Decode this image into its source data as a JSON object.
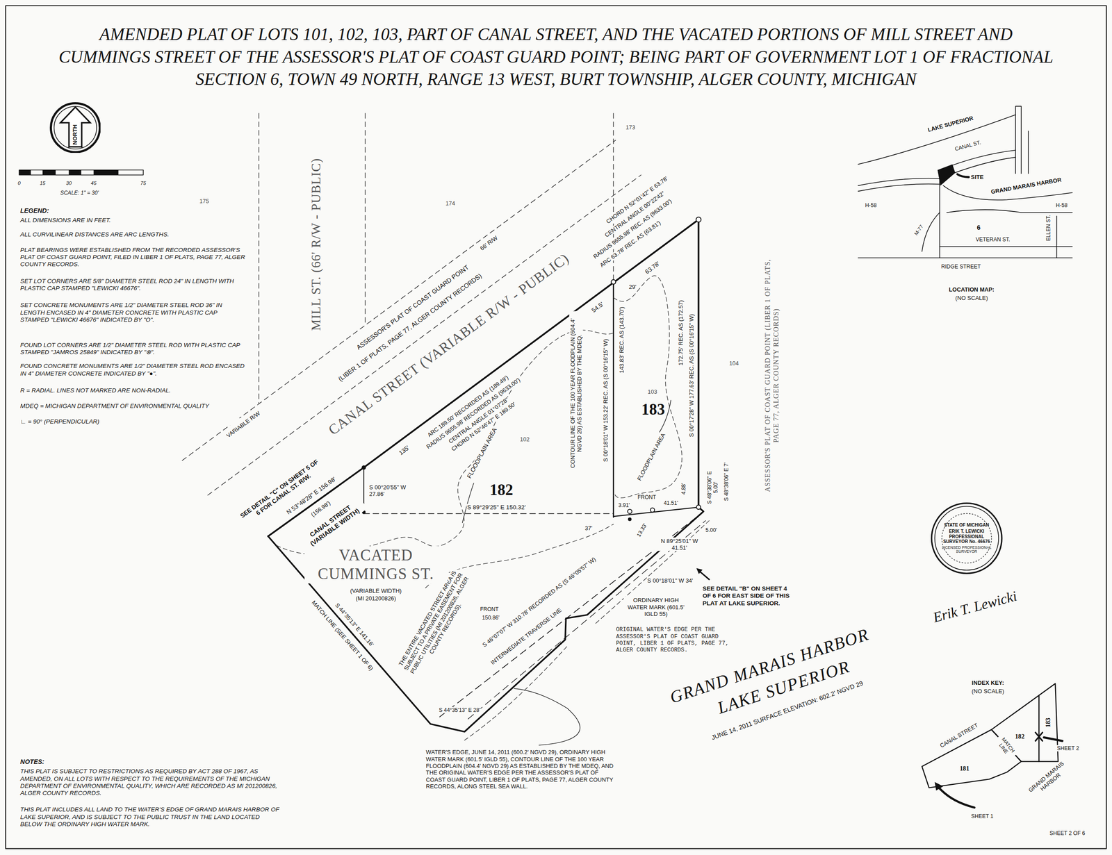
{
  "diagram": {
    "title": "AMENDED PLAT OF LOTS 101, 102, 103, PART OF CANAL STREET, AND THE VACATED PORTIONS OF MILL STREET AND CUMMINGS STREET OF THE ASSESSOR'S PLAT OF COAST GUARD POINT; BEING PART OF GOVERNMENT LOT 1 OF FRACTIONAL SECTION 6, TOWN 49 NORTH, RANGE 13 WEST, BURT TOWNSHIP, ALGER COUNTY, MICHIGAN",
    "nodes": [
      {
        "text": [
          "NORTH"
        ]
      },
      {
        "text": [
          "STATE OF MICHIGAN",
          "ERIK T. LEWICKI PROFESSIONAL SURVEYOR No. 46676",
          "LICENSED PROFESSIONAL SURVEYOR"
        ]
      }
    ],
    "labels": [
      "LEGEND:",
      "ALL DIMENSIONS ARE IN FEET.",
      "ALL CURVILINEAR DISTANCES ARE ARC LENGTHS.",
      "PLAT BEARINGS WERE ESTABLISHED FROM THE RECORDED ASSESSOR'S PLAT OF COAST GUARD POINT, FILED IN LIBER 1 OF PLATS, PAGE 77, ALGER COUNTY RECORDS.",
      "SET LOT CORNERS ARE 5/8\" DIAMETER STEEL ROD 24\" IN LENGTH WITH PLASTIC CAP STAMPED \"LEWICKI 46676\".",
      "SET CONCRETE MONUMENTS ARE 1/2\" DIAMETER STEEL ROD 36\" IN LENGTH ENCASED IN 4\" DIAMETER CONCRETE WITH PLASTIC CAP STAMPED \"LEWICKI 46676\" INDICATED BY \"O\".",
      "FOUND LOT CORNERS ARE 1/2\" DIAMETER STEEL ROD WITH PLASTIC CAP STAMPED \"JAMROS 25849\" INDICATED BY \"⊗\".",
      "FOUND CONCRETE MONUMENTS ARE 1/2\" DIAMETER STEEL ROD ENCASED IN 4\" DIAMETER CONCRETE INDICATED BY \"●\".",
      "R = RADIAL. LINES NOT MARKED ARE NON-RADIAL.",
      "MDEQ = MICHIGAN DEPARTMENT OF ENVIRONMENTAL QUALITY",
      "∟ = 90° (PERPENDICULAR)",
      "NOTES:",
      "THIS PLAT IS SUBJECT TO RESTRICTIONS AS REQUIRED BY ACT 288 OF 1967, AS AMENDED, ON ALL LOTS WITH RESPECT TO THE REQUIREMENTS OF THE MICHIGAN DEPARTMENT OF ENVIRONMENTAL QUALITY, WHICH ARE RECORDED AS MI 201200826, ALGER COUNTY RECORDS.",
      "THIS PLAT INCLUDES ALL LAND TO THE WATER'S EDGE OF GRAND MARAIS HARBOR OF LAKE SUPERIOR, AND IS SUBJECT TO THE PUBLIC TRUST IN THE LAND LOCATED BELOW THE ORDINARY HIGH WATER MARK.",
      "0",
      "15",
      "30",
      "45",
      "75",
      "SCALE: 1\" = 30'",
      "175",
      "174",
      "173",
      "104",
      "102",
      "103",
      "182",
      "183",
      "MILL ST. (66' R/W - PUBLIC)",
      "CANAL STREET (VARIABLE R/W - PUBLIC)",
      "(LIBER 1 OF PLATS, PAGE 77, ALGER COUNTY RECORDS)",
      "ASSESSOR'S PLAT OF COAST GUARD POINT",
      "VARIABLE R/W",
      "66' R/W",
      "ARC 189.50' RECORDED AS (189.49')",
      "RADIUS 9655.98' RECORDED AS (9633.00')",
      "CENTRAL ANGLE 01°07'28\"",
      "CHORD N 52°46'47\" E 189.50'",
      "135'",
      "54.5'",
      "63.78'",
      "ARC 63.78' REC. AS (63.81')",
      "RADIUS 9655.98' REC. AS (9633.00')",
      "CENTRAL ANGLE 00°22'42\"",
      "CHORD N 52°01'42\" E 63.78'",
      "N 53°48'28\" E 156.98'",
      "(156.98')",
      "CANAL STREET (VARIABLE WIDTH)",
      "SEE DETAIL \"C\" ON SHEET 5 OF 6 FOR CANAL ST. R/W.",
      "S 00°20'55\" W 27.86'",
      "S 89°29'25\" E 150.32'",
      "FLOODPLAIN AREA",
      "CONTOUR LINE OF THE 100 YEAR FLOODPLAIN (604.4' NGVD 29) AS ESTABLISHED BY THE MDEQ.",
      "S 00°18'01\" W 153.22' REC. AS (S 00°16'15\" W)",
      "143.83' REC. AS (143.70')",
      "29'",
      "172.75' REC. AS (172.57)",
      "S 00°17'28\" W 177.63' REC. AS (S 00°16'15\" W)",
      "FLOODPLAIN AREA",
      "FRONT",
      "3.91'",
      "41.51'",
      "4.88'",
      "13.33'",
      "S 48°38'06\" E 5.00'",
      "S 48°38'06\" E 7'",
      "5.00'",
      "N 89°25'01\" W 41.51'",
      "37'",
      "S 00°18'01\" W 34'",
      "SEE DETAIL \"B\" ON SHEET 4 OF 6 FOR EAST SIDE OF THIS PLAT AT LAKE SUPERIOR.",
      "ORDINARY HIGH WATER MARK (601.5' IGLD 55)",
      "ORIGINAL WATER'S EDGE PER THE ASSESSOR'S PLAT OF COAST GUARD POINT, LIBER 1 OF PLATS, PAGE 77, ALGER COUNTY RECORDS.",
      "S 46°07'07\" W 310.78' RECORDED AS (S 46°05'57\" W)",
      "INTERMEDIATE TRAVERSE LINE",
      "THE ENTIRE VACATED STREET AREA IS SUBJECT TO A PRIVATE EASEMENT FOR PUBLIC UTILITIES (MI 201200826, ALGER COUNTY RECORDS).",
      "FRONT",
      "150.86'",
      "S 44°35'13\" E 28'",
      "VACATED CUMMINGS ST.",
      "(VARIABLE WIDTH)",
      "(MI 201200826)",
      "S 44°35'13\" E 141.16'",
      "MATCH LINE (SEE SHEET 1 OF 6)",
      "WATER'S EDGE, JUNE 14, 2011 (600.2' NGVD 29), ORDINARY HIGH WATER MARK (601.5' IGLD 55), CONTOUR LINE OF THE 100 YEAR FLOODPLAIN (604.4' NGVD 29) AS ESTABLISHED BY THE MDEQ, AND THE ORIGINAL WATER'S EDGE PER THE ASSESSOR'S PLAT OF COAST GUARD POINT, LIBER 1 OF PLATS, PAGE 77, ALGER COUNTY RECORDS, ALONG STEEL SEA WALL.",
      "GRAND MARAIS HARBOR",
      "LAKE SUPERIOR",
      "JUNE 14, 2011 SURFACE ELEVATION: 602.2' NGVD 29",
      "ASSESSOR'S PLAT OF COAST GUARD POINT (LIBER 1 OF PLATS, PAGE 77, ALGER COUNTY RECORDS)",
      "LAKE SUPERIOR",
      "CANAL ST.",
      "SITE",
      "GRAND MARAIS HARBOR",
      "H-58",
      "H-58",
      "6",
      "M-77",
      "VETERAN ST.",
      "RIDGE STREET",
      "ELLEN ST.",
      "LOCATION MAP:",
      "(NO SCALE)",
      "INDEX KEY:",
      "(NO SCALE)",
      "CANAL STREET",
      "183",
      "182",
      "MATCH LINE",
      "SHEET 2",
      "181",
      "GRAND MARAIS HARBOR",
      "SHEET 1",
      "SHEET 2 OF 6",
      "Erik T. Lewicki"
    ]
  }
}
